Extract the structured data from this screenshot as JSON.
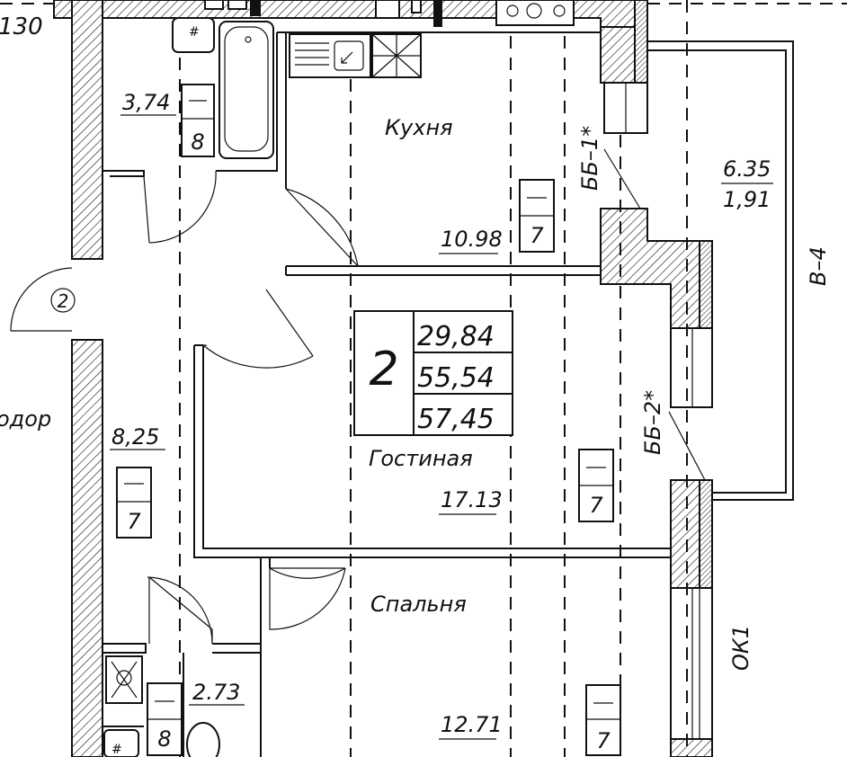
{
  "labels": {
    "top_left_number": "130",
    "corridor_partial": "одор",
    "kitchen": "Кухня",
    "living": "Гостиная",
    "bedroom": "Спальня",
    "bb1": "ББ–1*",
    "bb2": "ББ–2*",
    "balcony_code": "В–4",
    "window_code": "ОК1"
  },
  "apartment": {
    "rooms": "2",
    "area_living": "29,84",
    "area_total": "55,54",
    "area_total_balcony": "57,45"
  },
  "rooms": {
    "bath_area": "3,74",
    "bath_floor": "8",
    "kitchen_area": "10.98",
    "kitchen_floor": "7",
    "corridor_area": "8,25",
    "corridor_floor": "7",
    "living_area": "17.13",
    "living_floor": "7",
    "wc_area": "2.73",
    "wc_floor": "8",
    "bedroom_area": "12.71",
    "bedroom_floor": "7",
    "balcony_area": "6.35",
    "balcony_coef": "1,91"
  },
  "markers": {
    "entrance": "2"
  }
}
